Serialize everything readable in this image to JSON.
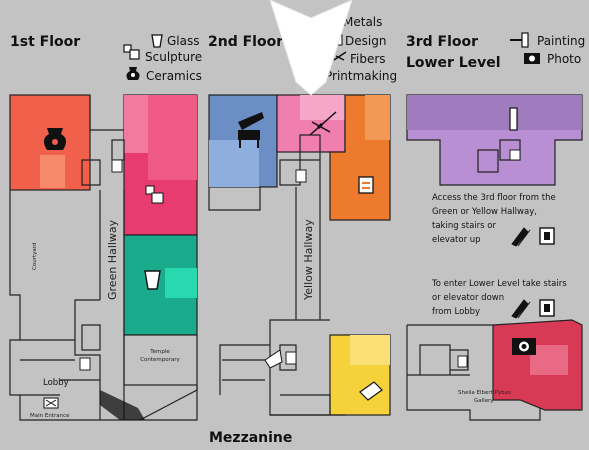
{
  "floors": {
    "first": {
      "title": "1st Floor",
      "legend": [
        "Glass",
        "Sculpture",
        "Ceramics"
      ],
      "hallway": "Green Hallway",
      "labels": {
        "courtyard": "Courtyard",
        "lobby": "Lobby",
        "main_entrance": "Main Entrance",
        "temple": "Temple Contemporary"
      }
    },
    "second": {
      "title": "2nd Floor",
      "legend": [
        "Metals",
        "Design",
        "Fibers",
        "Printmaking"
      ],
      "hallway": "Yellow Hallway"
    },
    "third": {
      "title": "3rd Floor",
      "title2": "Lower Level",
      "legend": [
        "Painting",
        "Photo"
      ],
      "info1": [
        "Access the 3rd floor from the",
        "Green or Yellow Hallway,",
        "taking stairs or",
        "elevator up"
      ],
      "info2": [
        "To enter Lower Level take stairs",
        "or elevator down",
        "from Lobby"
      ],
      "gallery": [
        "Sheila Elbert Pybus",
        "Gallery"
      ]
    },
    "mezzanine": "Mezzanine"
  },
  "colors": {
    "background": "#c3c3c3",
    "ceramics": "#f0604a",
    "sculpture": "#e83b6f",
    "glass": "#1aaa8c",
    "metals": "#f07fb0",
    "design": "#6b8ec4",
    "fibers": "#ee7a2e",
    "printmaking": "#f5d23a",
    "painting": "#b98fd4",
    "photo": "#d83a55"
  },
  "icons": [
    "glass-icon",
    "sculpture-icon",
    "ceramics-icon",
    "metals-icon",
    "design-icon",
    "fibers-icon",
    "printmaking-icon",
    "painting-icon",
    "photo-icon",
    "stairs-icon",
    "elevator-icon",
    "location-pointer-icon"
  ]
}
